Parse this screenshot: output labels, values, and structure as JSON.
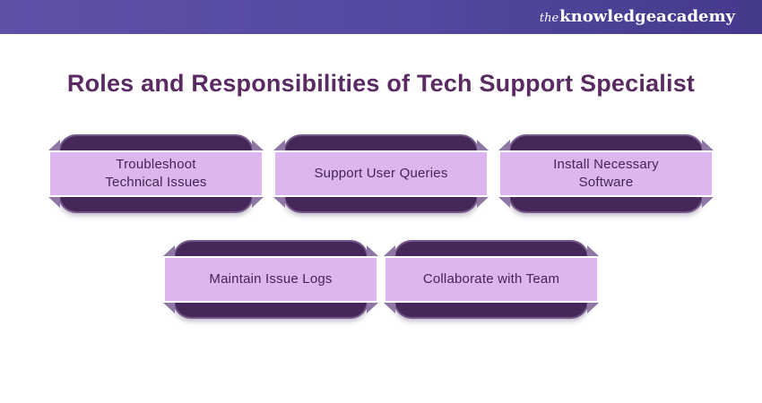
{
  "header": {
    "logo": {
      "prefix": "the",
      "part1": "knowledge",
      "part2": "academy"
    },
    "gradient_left": "#5F51A8",
    "gradient_right": "#44398B"
  },
  "title": "Roles and Responsibilities of Tech Support Specialist",
  "cards": {
    "row1": [
      {
        "label": "Troubleshoot\nTechnical Issues"
      },
      {
        "label": "Support User Queries"
      },
      {
        "label": "Install Necessary\nSoftware"
      }
    ],
    "row2": [
      {
        "label": "Maintain Issue Logs"
      },
      {
        "label": "Collaborate with Team"
      }
    ]
  },
  "colors": {
    "title_text": "#5A2A62",
    "card_back": "#452859",
    "card_ribbon": "#DDB5EF",
    "ribbon_border": "#FFFFFF",
    "ribbon_fold": "#8F77A5",
    "card_label_text": "#432752",
    "logo_text": "#FFFFFF"
  }
}
